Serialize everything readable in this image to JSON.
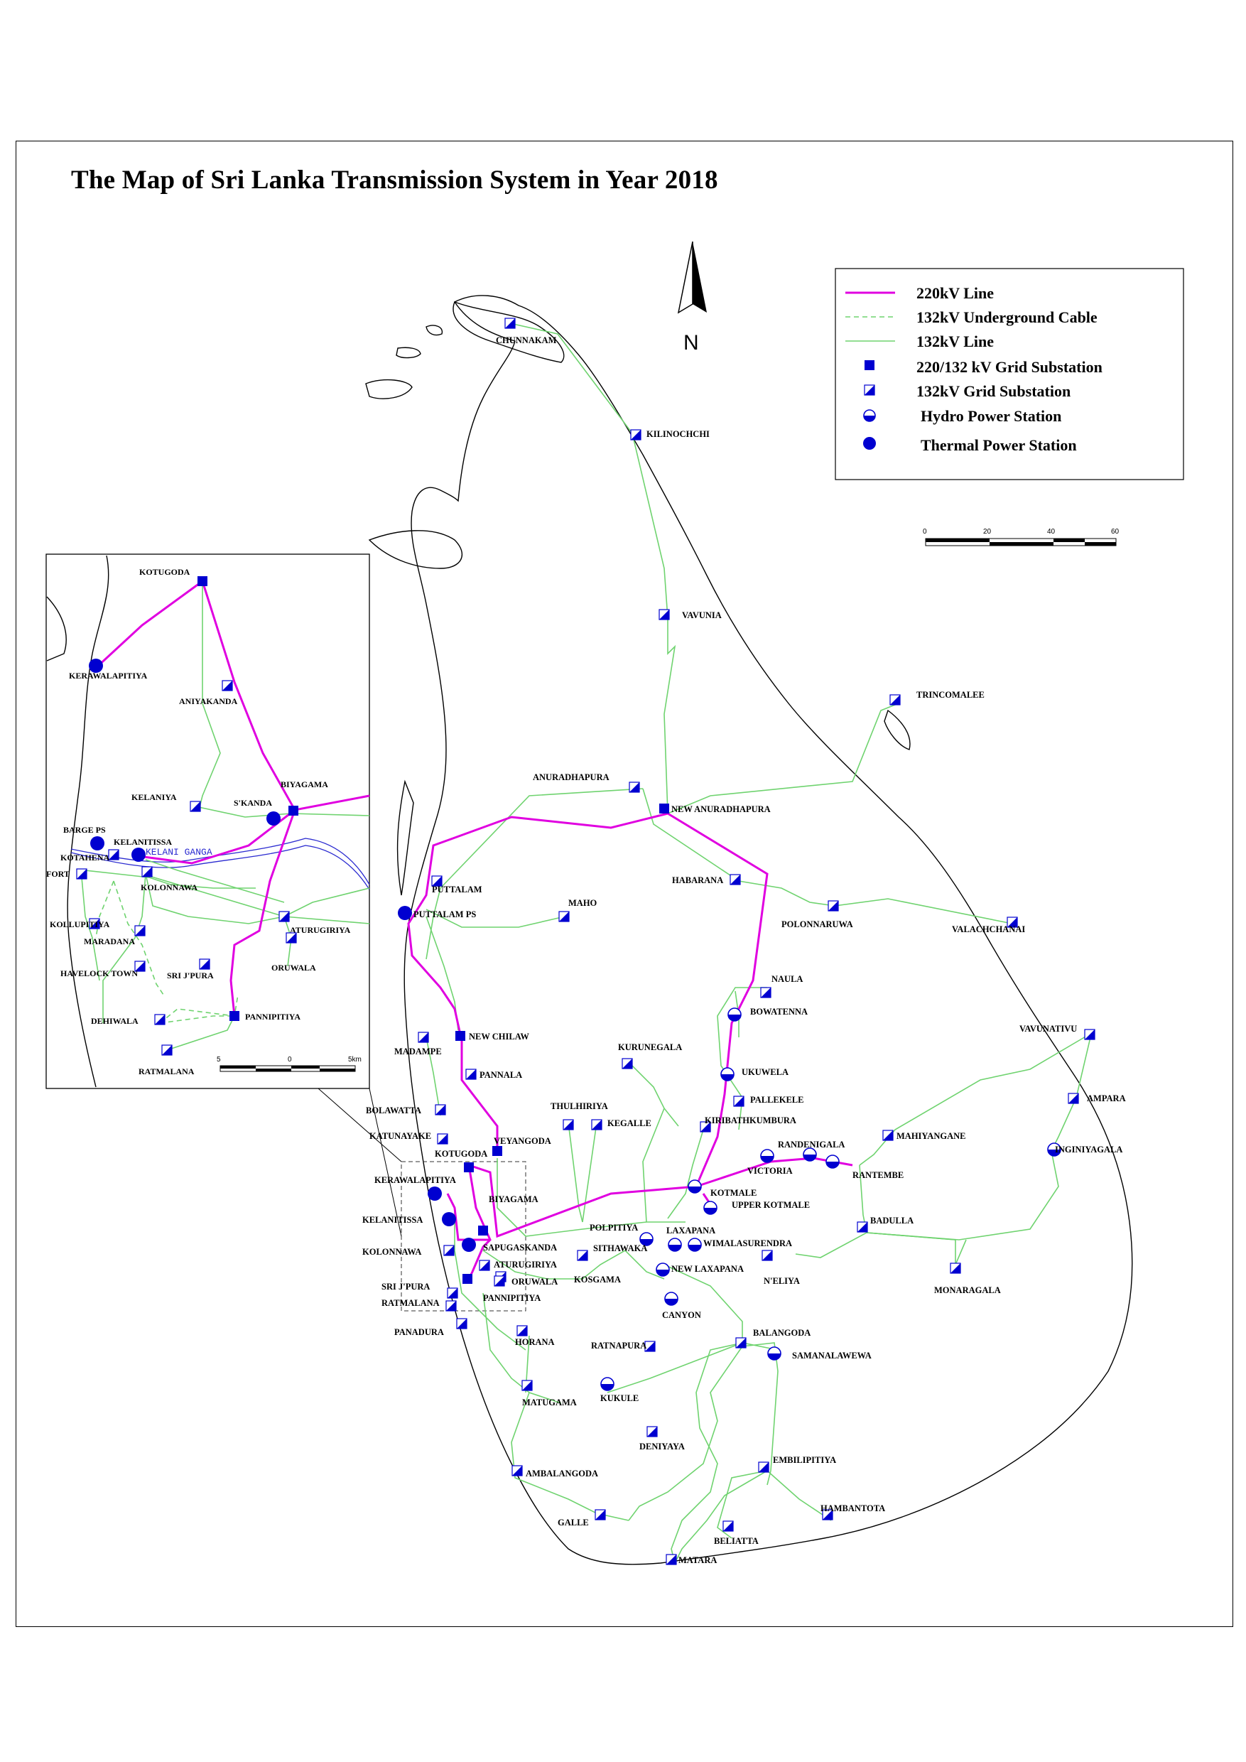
{
  "title": "The Map of Sri Lanka Transmission System in Year 2018",
  "north_label": "N",
  "legend": {
    "items": [
      {
        "key": "line220",
        "label": "220kV Line"
      },
      {
        "key": "cable132",
        "label": "132kV Underground Cable"
      },
      {
        "key": "line132",
        "label": "132kV Line"
      },
      {
        "key": "gs220",
        "label": "220/132 kV Grid Substation"
      },
      {
        "key": "gs132",
        "label": "132kV Grid Substation"
      },
      {
        "key": "hydro",
        "label": "Hydro Power Station"
      },
      {
        "key": "thermal",
        "label": "Thermal Power Station"
      }
    ]
  },
  "scale_bar": {
    "ticks": [
      "0",
      "20",
      "40",
      "60"
    ]
  },
  "inset_scale_bar": {
    "ticks": [
      "5",
      "0",
      "5km"
    ]
  },
  "river_label": "KELANI GANGA",
  "colors": {
    "line220": "#e000e0",
    "line132": "#6fd36f",
    "symbol": "#0000d0"
  },
  "main_stations": [
    {
      "name": "CHUNNAKAM",
      "type": "gs132"
    },
    {
      "name": "KILINOCHCHI",
      "type": "gs132"
    },
    {
      "name": "VAVUNIA",
      "type": "gs132"
    },
    {
      "name": "TRINCOMALEE",
      "type": "gs132"
    },
    {
      "name": "ANURADHAPURA",
      "type": "gs132"
    },
    {
      "name": "NEW ANURADHAPURA",
      "type": "gs220"
    },
    {
      "name": "PUTTALAM",
      "type": "gs132"
    },
    {
      "name": "PUTTALAM PS",
      "type": "thermal"
    },
    {
      "name": "MAHO",
      "type": "gs132"
    },
    {
      "name": "HABARANA",
      "type": "gs132"
    },
    {
      "name": "POLONNARUWA",
      "type": "gs132"
    },
    {
      "name": "VALACHCHANAI",
      "type": "gs132"
    },
    {
      "name": "NAULA",
      "type": "gs132"
    },
    {
      "name": "BOWATENNA",
      "type": "hydro"
    },
    {
      "name": "VAVUNATIVU",
      "type": "gs132"
    },
    {
      "name": "MADAMPE",
      "type": "gs132"
    },
    {
      "name": "NEW CHILAW",
      "type": "gs220"
    },
    {
      "name": "PANNALA",
      "type": "gs132"
    },
    {
      "name": "KURUNEGALA",
      "type": "gs132"
    },
    {
      "name": "UKUWELA",
      "type": "hydro"
    },
    {
      "name": "PALLEKELE",
      "type": "gs132"
    },
    {
      "name": "AMPARA",
      "type": "gs132"
    },
    {
      "name": "BOLAWATTA",
      "type": "gs132"
    },
    {
      "name": "THULHIRIYA",
      "type": "gs132"
    },
    {
      "name": "KEGALLE",
      "type": "gs132"
    },
    {
      "name": "KIRIBATHKUMBURA",
      "type": "gs132"
    },
    {
      "name": "MAHIYANGANE",
      "type": "gs132"
    },
    {
      "name": "KATUNAYAKE",
      "type": "gs132"
    },
    {
      "name": "VEYANGODA",
      "type": "gs220"
    },
    {
      "name": "RANDENIGALA",
      "type": "hydro"
    },
    {
      "name": "INGINIYAGALA",
      "type": "hydro"
    },
    {
      "name": "KOTUGODA",
      "type": "gs220"
    },
    {
      "name": "VICTORIA",
      "type": "hydro"
    },
    {
      "name": "RANTEMBE",
      "type": "hydro"
    },
    {
      "name": "KERAWALAPITIYA",
      "type": "thermal"
    },
    {
      "name": "KOTMALE",
      "type": "hydro"
    },
    {
      "name": "UPPER KOTMALE",
      "type": "hydro"
    },
    {
      "name": "BIYAGAMA",
      "type": "gs220"
    },
    {
      "name": "KELANITISSA",
      "type": "thermal"
    },
    {
      "name": "BADULLA",
      "type": "gs132"
    },
    {
      "name": "POLPITIYA",
      "type": "hydro"
    },
    {
      "name": "LAXAPANA",
      "type": "hydro"
    },
    {
      "name": "WIMALASURENDRA",
      "type": "hydro"
    },
    {
      "name": "SAPUGASKANDA",
      "type": "thermal"
    },
    {
      "name": "SITHAWAKA",
      "type": "gs132"
    },
    {
      "name": "KOLONNAWA",
      "type": "gs132"
    },
    {
      "name": "ATURUGIRIYA",
      "type": "gs132"
    },
    {
      "name": "NEW LAXAPANA",
      "type": "hydro"
    },
    {
      "name": "KOSGAMA",
      "type": "gs132"
    },
    {
      "name": "N'ELIYA",
      "type": "gs132"
    },
    {
      "name": "SRI J'PURA",
      "type": "gs132"
    },
    {
      "name": "ORUWALA",
      "type": "gs132"
    },
    {
      "name": "PANNIPITIYA",
      "type": "gs220"
    },
    {
      "name": "RATMALANA",
      "type": "gs132"
    },
    {
      "name": "MONARAGALA",
      "type": "gs132"
    },
    {
      "name": "CANYON",
      "type": "hydro"
    },
    {
      "name": "PANADURA",
      "type": "gs132"
    },
    {
      "name": "HORANA",
      "type": "gs132"
    },
    {
      "name": "BALANGODA",
      "type": "gs132"
    },
    {
      "name": "RATNAPURA",
      "type": "gs132"
    },
    {
      "name": "SAMANALAWEWA",
      "type": "hydro"
    },
    {
      "name": "MATUGAMA",
      "type": "gs132"
    },
    {
      "name": "KUKULE",
      "type": "hydro"
    },
    {
      "name": "DENIYAYA",
      "type": "gs132"
    },
    {
      "name": "EMBILIPITIYA",
      "type": "gs132"
    },
    {
      "name": "AMBALANGODA",
      "type": "gs132"
    },
    {
      "name": "HAMBANTOTA",
      "type": "gs132"
    },
    {
      "name": "GALLE",
      "type": "gs132"
    },
    {
      "name": "BELIATTA",
      "type": "gs132"
    },
    {
      "name": "MATARA",
      "type": "gs132"
    }
  ],
  "inset_stations": [
    {
      "name": "KOTUGODA",
      "type": "gs220"
    },
    {
      "name": "KERAWALAPITIYA",
      "type": "thermal"
    },
    {
      "name": "ANIYAKANDA",
      "type": "gs132"
    },
    {
      "name": "KELANIYA",
      "type": "gs132"
    },
    {
      "name": "S'KANDA",
      "type": "thermal"
    },
    {
      "name": "BIYAGAMA",
      "type": "gs220"
    },
    {
      "name": "BARGE PS",
      "type": "thermal"
    },
    {
      "name": "KELANITISSA",
      "type": "thermal"
    },
    {
      "name": "KOTAHENA",
      "type": "gs132"
    },
    {
      "name": "FORT",
      "type": "gs132"
    },
    {
      "name": "KOLONNAWA",
      "type": "gs132"
    },
    {
      "name": "KOLLUPITIYA",
      "type": "gs132"
    },
    {
      "name": "ATURUGIRIYA",
      "type": "gs132"
    },
    {
      "name": "MARADANA",
      "type": "gs132"
    },
    {
      "name": "ORUWALA",
      "type": "gs132"
    },
    {
      "name": "HAVELOCK TOWN",
      "type": "gs132"
    },
    {
      "name": "SRI J'PURA",
      "type": "gs132"
    },
    {
      "name": "DEHIWALA",
      "type": "gs132"
    },
    {
      "name": "PANNIPITIYA",
      "type": "gs220"
    },
    {
      "name": "RATMALANA",
      "type": "gs132"
    }
  ]
}
